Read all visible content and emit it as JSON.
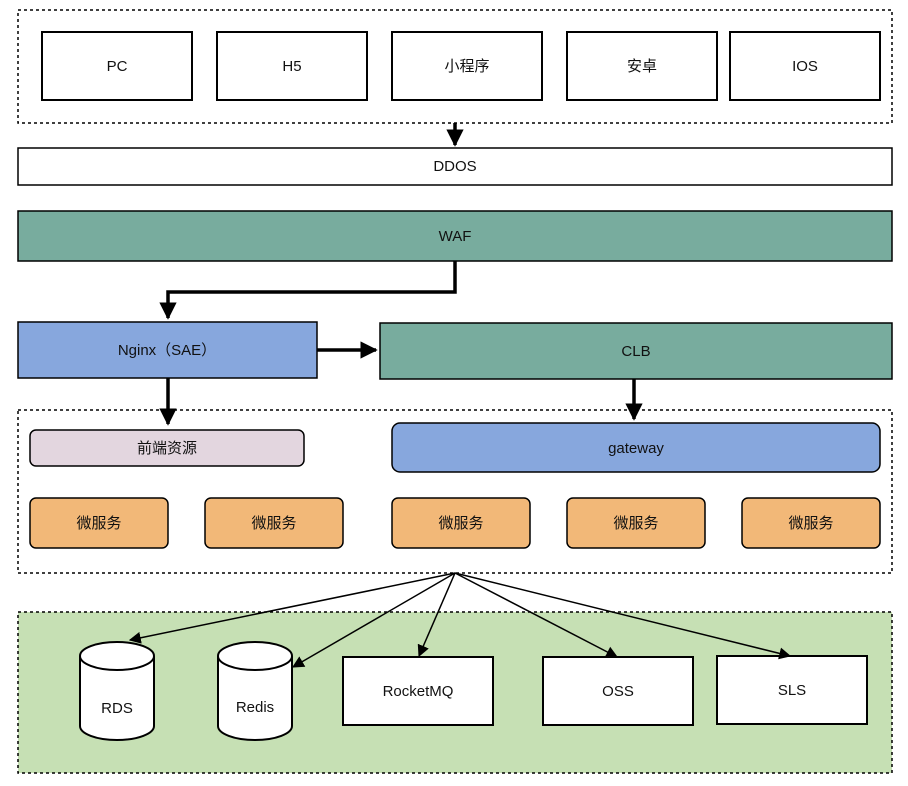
{
  "clients": {
    "items": [
      {
        "label": "PC"
      },
      {
        "label": "H5"
      },
      {
        "label": "小程序"
      },
      {
        "label": "安卓"
      },
      {
        "label": "IOS"
      }
    ]
  },
  "security": {
    "ddos": {
      "label": "DDOS"
    },
    "waf": {
      "label": "WAF"
    }
  },
  "entry": {
    "nginx": {
      "label": "Nginx（SAE）"
    },
    "clb": {
      "label": "CLB"
    }
  },
  "app_layer": {
    "frontend": {
      "label": "前端资源"
    },
    "gateway": {
      "label": "gateway"
    },
    "services": [
      {
        "label": "微服务"
      },
      {
        "label": "微服务"
      },
      {
        "label": "微服务"
      },
      {
        "label": "微服务"
      },
      {
        "label": "微服务"
      }
    ]
  },
  "storage": {
    "items": [
      {
        "label": "RDS"
      },
      {
        "label": "Redis"
      },
      {
        "label": "RocketMQ"
      },
      {
        "label": "OSS"
      },
      {
        "label": "SLS"
      }
    ]
  },
  "colors": {
    "waf_fill": "#78ac9e",
    "clb_fill": "#78ac9e",
    "nginx_fill": "#87a7dd",
    "gateway_fill": "#87a7dd",
    "frontend_fill": "#e3d6df",
    "service_fill": "#f2b878",
    "storage_bg": "#c6e0b4",
    "stroke": "#000000"
  }
}
